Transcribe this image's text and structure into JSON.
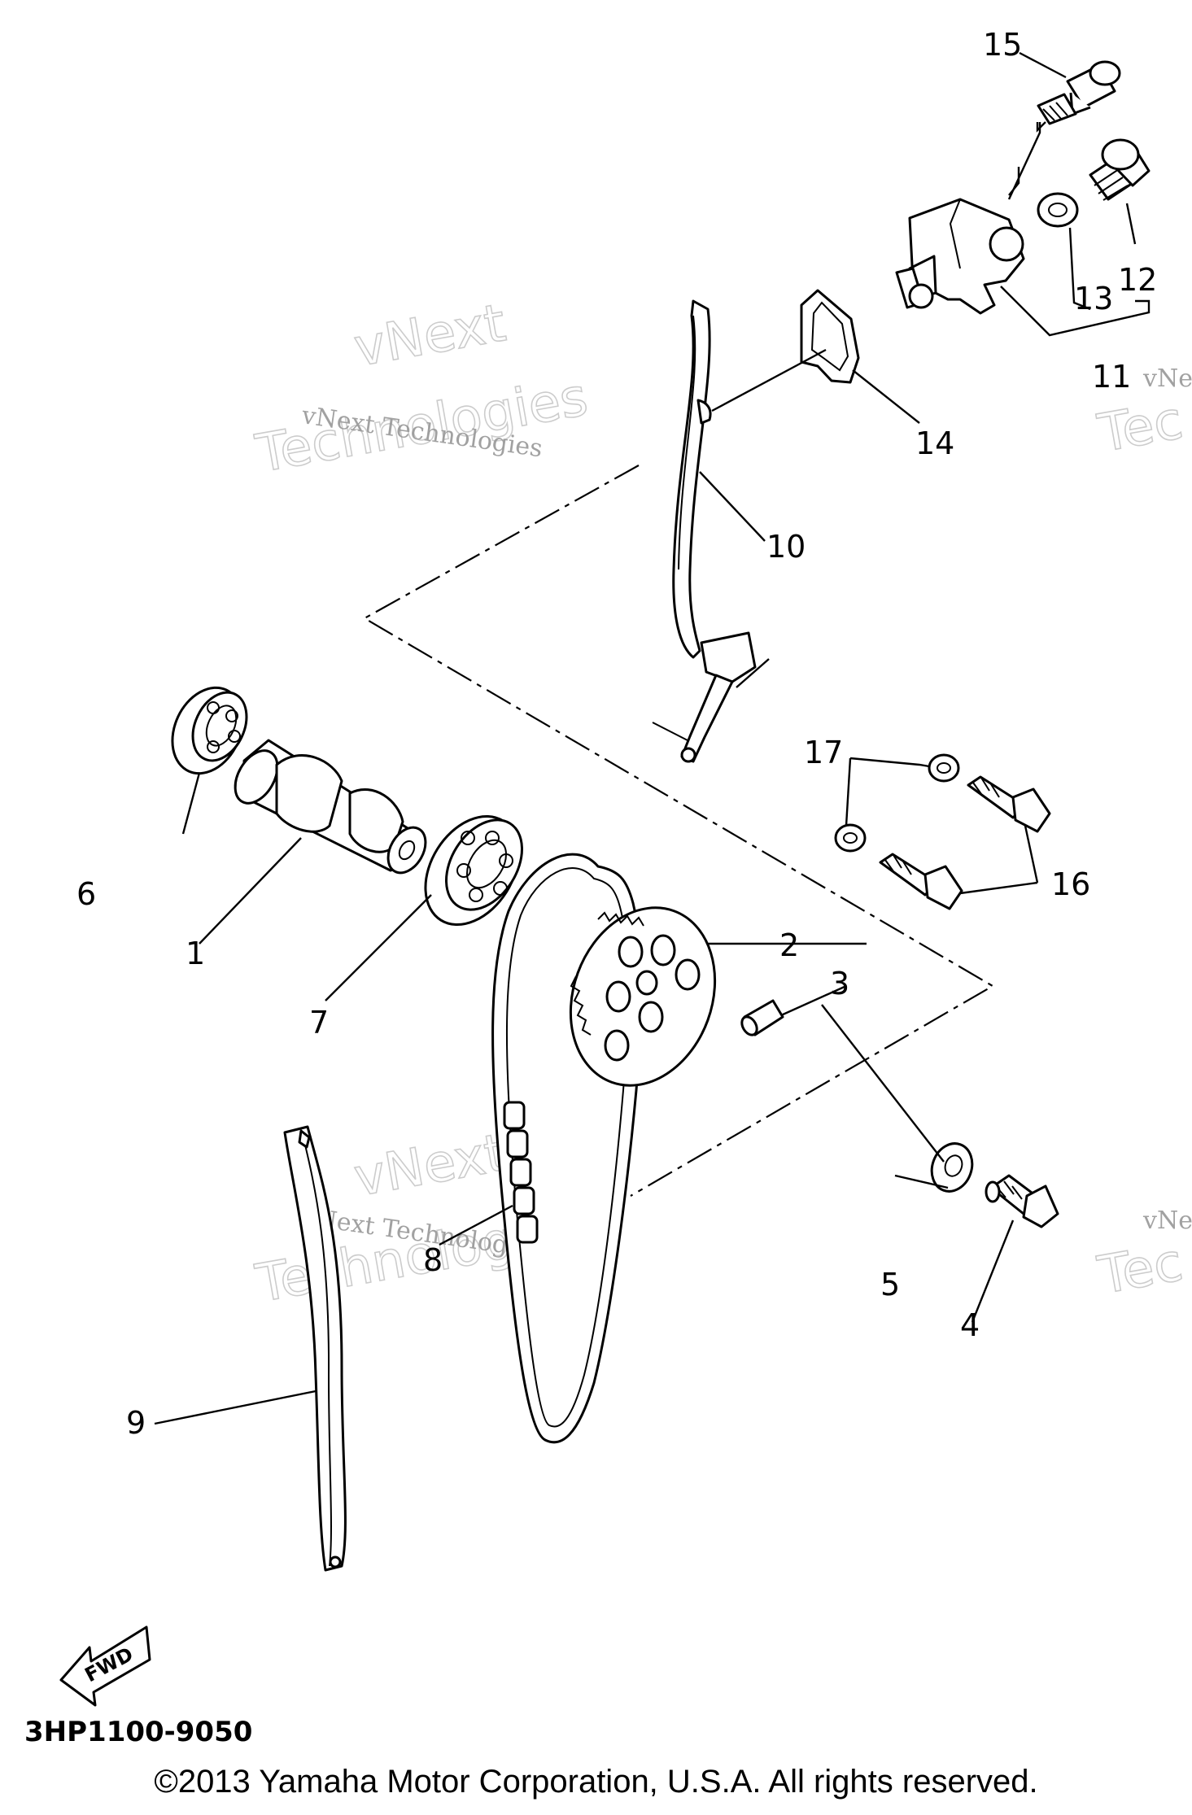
{
  "diagram": {
    "callouts": [
      {
        "id": "c1",
        "text": "1"
      },
      {
        "id": "c2",
        "text": "2"
      },
      {
        "id": "c3",
        "text": "3"
      },
      {
        "id": "c4",
        "text": "4"
      },
      {
        "id": "c5",
        "text": "5"
      },
      {
        "id": "c6",
        "text": "6"
      },
      {
        "id": "c7",
        "text": "7"
      },
      {
        "id": "c8",
        "text": "8"
      },
      {
        "id": "c9",
        "text": "9"
      },
      {
        "id": "c10",
        "text": "10"
      },
      {
        "id": "c11",
        "text": "11"
      },
      {
        "id": "c12",
        "text": "12"
      },
      {
        "id": "c13",
        "text": "13"
      },
      {
        "id": "c14",
        "text": "14"
      },
      {
        "id": "c15",
        "text": "15"
      },
      {
        "id": "c16",
        "text": "16"
      },
      {
        "id": "c17",
        "text": "17"
      }
    ],
    "fwd_label": "FWD",
    "reference_code": "3HP1100-9050"
  },
  "watermark": {
    "small_text": "vNext Technologies",
    "big_line_1": "vNext",
    "big_line_2": "Technologies",
    "partial_small": "vNe",
    "partial_big": "Tec"
  },
  "footer": {
    "copyright": "©2013 Yamaha Motor Corporation, U.S.A. All rights reserved."
  },
  "colors": {
    "ink": "#000000",
    "background": "#ffffff",
    "watermark": "#9a9a9a"
  }
}
